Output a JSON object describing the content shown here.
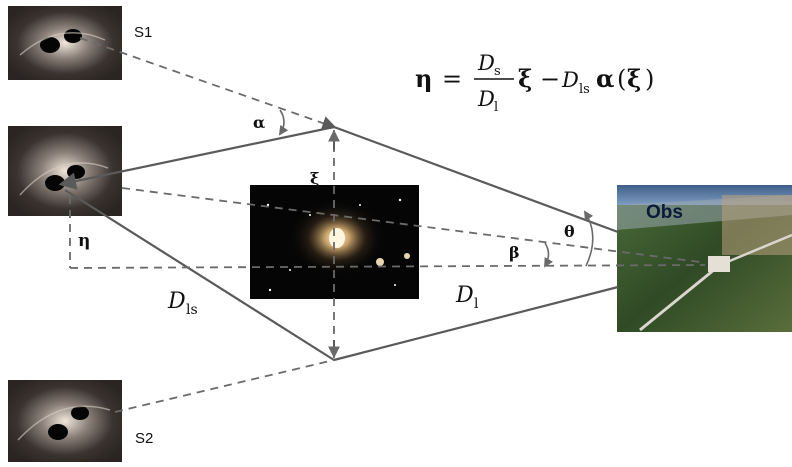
{
  "sources": {
    "s1_label": "S1",
    "s2_label": "S2"
  },
  "observer": {
    "label": "Obs"
  },
  "symbols": {
    "alpha": "α",
    "xi": "ξ",
    "eta": "η",
    "theta": "θ",
    "beta": "β"
  },
  "distances": {
    "d_ls_main": "D",
    "d_ls_sub": "ls",
    "d_l_main": "D",
    "d_l_sub": "l"
  },
  "equation": {
    "lhs": "η",
    "eq": "=",
    "num_main": "D",
    "num_sub": "s",
    "den_main": "D",
    "den_sub": "l",
    "xi": "ξ",
    "minus": "−",
    "dls_main": "D",
    "dls_sub": "ls",
    "alpha": "α",
    "open": "(",
    "xi2": "ξ",
    "close": ")"
  },
  "colors": {
    "line": "#5a5a5a",
    "dashed": "#6a6a6a",
    "text": "#111111"
  }
}
